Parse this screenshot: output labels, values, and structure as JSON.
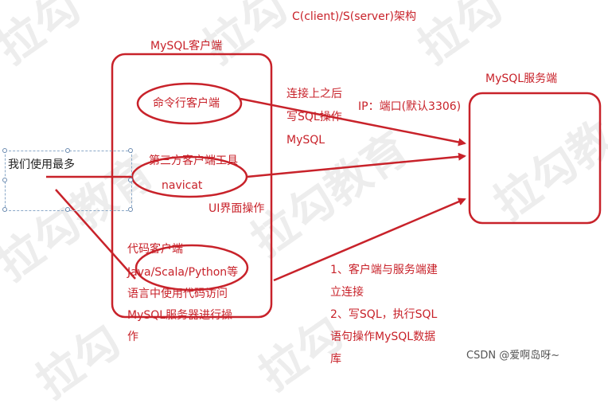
{
  "title": "C(client)/S(server)架构",
  "client": {
    "label": "MySQL客户端",
    "cli": "命令行客户端",
    "third_party_line1": "第三方客户端工具",
    "third_party_line2": "navicat",
    "ui_ops": "UI界面操作",
    "code_lines": [
      "代码客户端",
      "Java/Scala/Python等",
      "语言中使用代码访问",
      "MySQL服务器进行操",
      "作"
    ]
  },
  "server": {
    "label": "MySQL服务端",
    "ip": "IP：端口(默认3306)"
  },
  "connect_note": [
    "连接上之后",
    "写SQL操作",
    "MySQL"
  ],
  "we_use": "我们使用最多",
  "steps": [
    "1、客户端与服务端建",
    "立连接",
    "2、写SQL，执行SQL",
    "语句操作MySQL数据",
    "库"
  ],
  "credit": "CSDN @爱啊岛呀~",
  "watermark": "拉勾教育",
  "colors": {
    "accent": "#c8222a",
    "watermark": "#ededed"
  }
}
